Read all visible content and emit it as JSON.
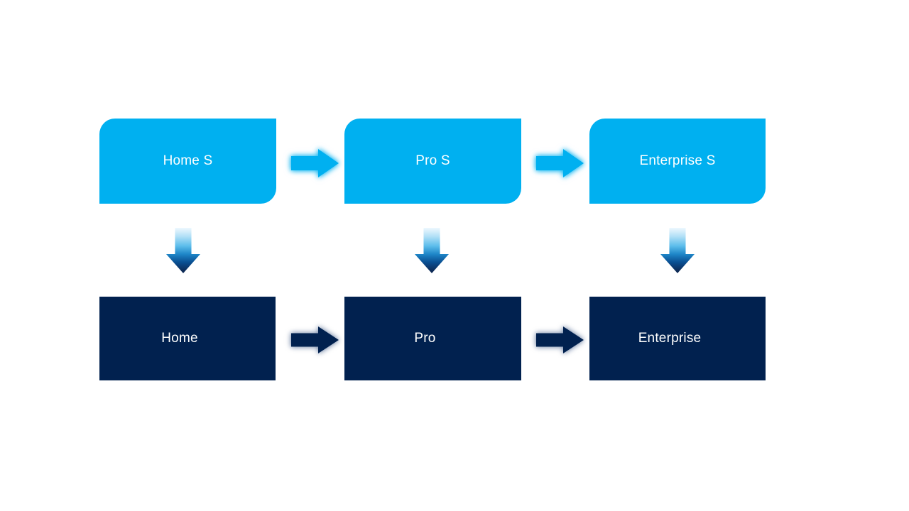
{
  "colors": {
    "background": "#FFFFFF",
    "light_blue": "#00B0F0",
    "dark_navy": "#01214F",
    "label_color": "#FFFFFF",
    "top_arrow_glow": "#7FD9F7",
    "bottom_arrow_glow": "#A9B8D4",
    "down_arrow_gradient_top": "#EEF8FE",
    "down_arrow_gradient_mid": "#1E86C8",
    "down_arrow_gradient_bottom": "#0D2A56"
  },
  "diagram": {
    "top_row": {
      "boxes": [
        {
          "label": "Home S"
        },
        {
          "label": "Pro S"
        },
        {
          "label": "Enterprise S"
        }
      ]
    },
    "bottom_row": {
      "boxes": [
        {
          "label": "Home"
        },
        {
          "label": "Pro"
        },
        {
          "label": "Enterprise"
        }
      ]
    },
    "connectors": {
      "right_arrow_icon": "right-arrow",
      "down_arrow_icon": "down-arrow"
    }
  }
}
